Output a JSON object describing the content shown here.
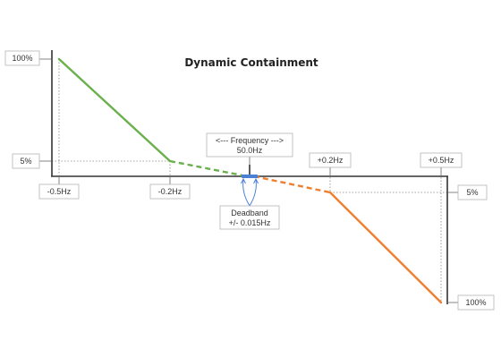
{
  "title": "Dynamic Containment",
  "frequency_label": {
    "line1": "<--- Frequency --->",
    "line2": "50.0Hz"
  },
  "deadband_label": {
    "line1": "Deadband",
    "line2": "+/- 0.015Hz"
  },
  "x_labels": {
    "neg_05": "-0.5Hz",
    "neg_02": "-0.2Hz",
    "pos_02": "+0.2Hz",
    "pos_05": "+0.5Hz"
  },
  "y_labels": {
    "left_100": "100%",
    "left_5": "5%",
    "right_5": "5%",
    "right_100": "100%"
  },
  "colors": {
    "low_frequency_response": "#6ab04c",
    "high_frequency_response": "#ef7f2e",
    "deadband": "#4a7fd6",
    "axis": "#333333"
  }
}
